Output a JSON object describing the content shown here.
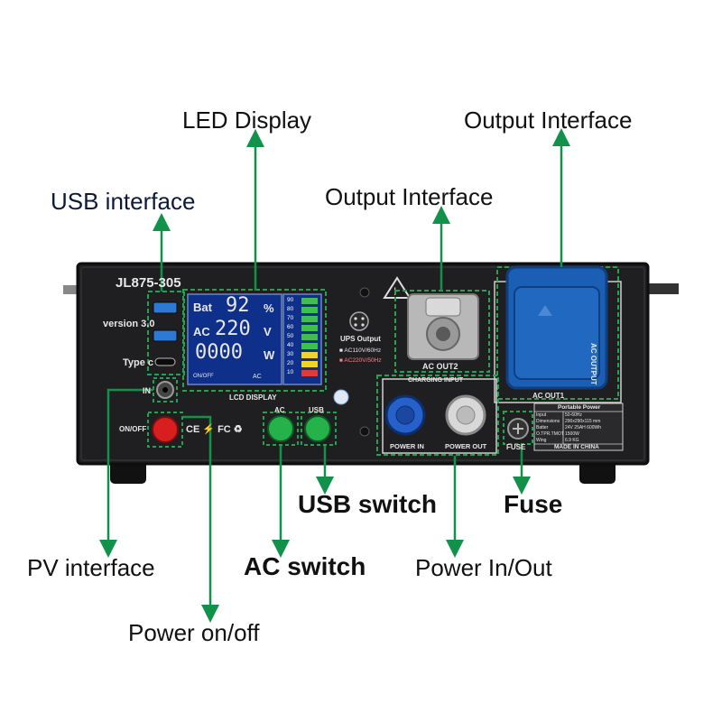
{
  "callouts": {
    "led_display": "LED Display",
    "output_interface_top": "Output Interface",
    "output_interface_mid": "Output Interface",
    "usb_interface": "USB interface",
    "usb_switch": "USB switch",
    "fuse": "Fuse",
    "pv_interface": "PV interface",
    "ac_switch": "AC switch",
    "power_in_out": "Power In/Out",
    "power_on_off": "Power on/off"
  },
  "device": {
    "model": "JL875-305",
    "version": "version 3.0",
    "typec": "Type c",
    "in_label": "IN",
    "onoff_label": "ON/OFF",
    "cert_marks": "CE ⚡ FC ♻",
    "ups_output": "UPS Output",
    "ups_ac110": "■ AC110V/60Hz",
    "ups_ac220": "■ AC220V/50Hz",
    "ac_out2": "AC OUT2",
    "ac_out1": "AC OUT1",
    "ac_output_vertical": "AC OUTPUT",
    "charging_input": "CHARGING INPUT",
    "power_in": "POWER IN",
    "power_out": "POWER OUT",
    "fuse_label": "FUSE",
    "ac_btn": "AC",
    "usb_btn": "USB"
  },
  "lcd": {
    "bat_label": "Bat",
    "bat_value": "92",
    "bat_unit": "%",
    "ac_label": "AC",
    "ac_value": "220",
    "ac_unit": "V",
    "power_value": "0000",
    "power_unit": "W",
    "onoff_small": "ON/OFF",
    "ac_small": "AC",
    "caption": "LCD DISPLAY",
    "level_ticks": [
      "90",
      "80",
      "70",
      "60",
      "50",
      "40",
      "30",
      "20",
      "10"
    ]
  },
  "spec_plate": {
    "title": "Portable Power",
    "rows": [
      [
        "Input",
        "50-60Hz"
      ],
      [
        "Dimensions",
        "290x290x115 mm"
      ],
      [
        "Batter",
        "24V 25AH 600Wh"
      ],
      [
        "O.TPR.TMOT",
        "1500W"
      ],
      [
        "Wing",
        "6.9 KG"
      ]
    ],
    "footer": "MADE IN CHINA"
  },
  "colors": {
    "arrow": "#12914a",
    "panel": "#1f1f21",
    "lcd_bg": "#0e2f8a",
    "red_button": "#d81e1e",
    "green_button": "#25b24a",
    "socket_blue": "#1a5fb4"
  }
}
